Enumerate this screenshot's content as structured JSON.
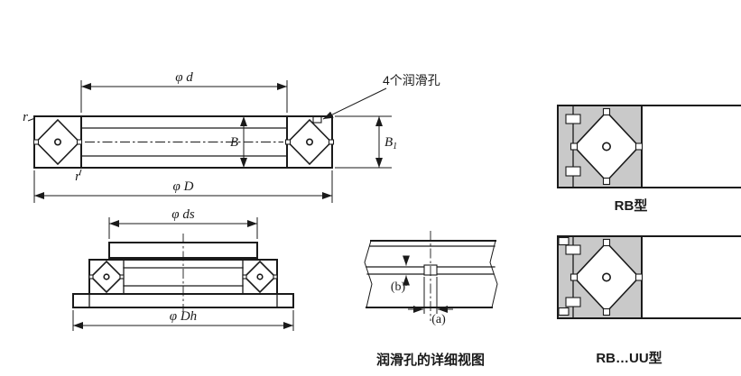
{
  "colors": {
    "ink": "#1a1a1a",
    "gray_fill": "#c9c9c9",
    "background": "#ffffff"
  },
  "main_view": {
    "dim_d": "φ d",
    "dim_D": "φ D",
    "dim_B": "B",
    "dim_B1_base": "B",
    "dim_B1_sub": "1",
    "r_top": "r",
    "r_bottom": "r",
    "lube_label": "4个润滑孔"
  },
  "mount_view": {
    "dim_ds": "φ ds",
    "dim_Dh": "φ Dh"
  },
  "detail_view": {
    "dim_a": "(a)",
    "dim_b": "(b)",
    "caption": "润滑孔的详细视图"
  },
  "type_views": {
    "rb_caption": "RB型",
    "rb_uu_caption": "RB…UU型"
  }
}
